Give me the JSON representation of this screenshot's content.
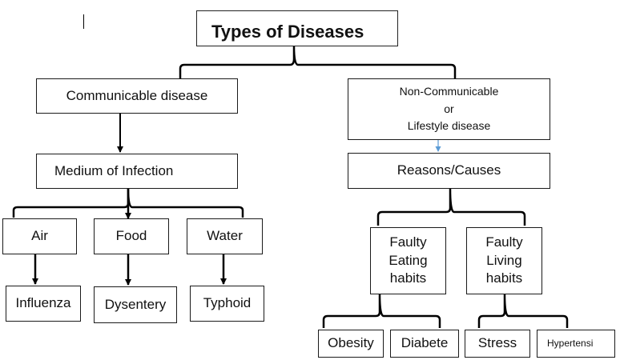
{
  "title": "Types of Diseases",
  "communicable": {
    "label": "Communicable disease",
    "medium": "Medium of Infection",
    "media": [
      {
        "medium": "Air",
        "disease": "Influenza"
      },
      {
        "medium": "Food",
        "disease": "Dysentery"
      },
      {
        "medium": "Water",
        "disease": "Typhoid"
      }
    ]
  },
  "non_communicable": {
    "label": "Non-Communicable\nor\nLifestyle disease",
    "reasons": "Reasons/Causes",
    "causes": [
      {
        "label": "Faulty\nEating\nhabits",
        "diseases": [
          "Obesity",
          "Diabete"
        ]
      },
      {
        "label": "Faulty\nLiving\nhabits",
        "diseases": [
          "Stress",
          "Hypertensi"
        ]
      }
    ]
  },
  "colors": {
    "line": "#000000",
    "accent_arrow": "#5b9bd5"
  }
}
